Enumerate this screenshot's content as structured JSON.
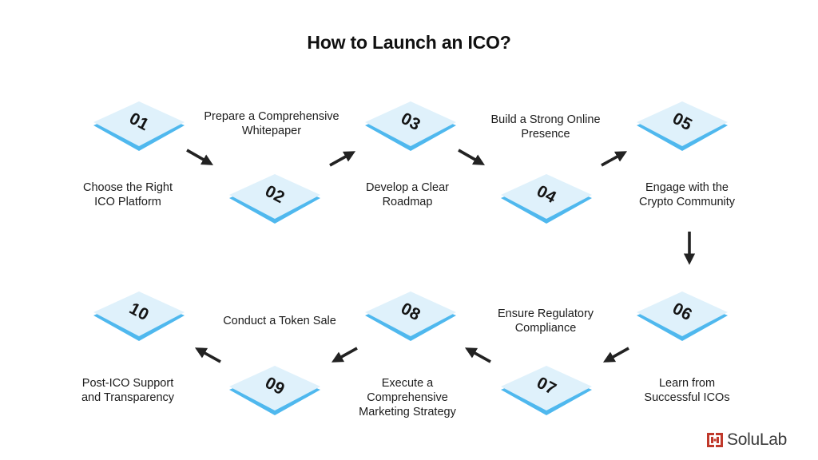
{
  "title": "How to Launch an ICO?",
  "steps": [
    {
      "num": "01",
      "label": [
        "Choose the Right",
        "ICO Platform"
      ]
    },
    {
      "num": "02",
      "label": [
        "Prepare a Comprehensive",
        "Whitepaper"
      ]
    },
    {
      "num": "03",
      "label": [
        "Develop a Clear",
        "Roadmap"
      ]
    },
    {
      "num": "04",
      "label": [
        "Build a Strong Online",
        "Presence"
      ]
    },
    {
      "num": "05",
      "label": [
        "Engage with the",
        "Crypto Community"
      ]
    },
    {
      "num": "06",
      "label": [
        "Learn from",
        "Successful ICOs"
      ]
    },
    {
      "num": "07",
      "label": [
        "Ensure Regulatory",
        "Compliance"
      ]
    },
    {
      "num": "08",
      "label": [
        "Execute a",
        "Comprehensive",
        "Marketing Strategy"
      ]
    },
    {
      "num": "09",
      "label": [
        "Conduct a Token Sale"
      ]
    },
    {
      "num": "10",
      "label": [
        "Post-ICO Support",
        "and Transparency"
      ]
    }
  ],
  "brand": {
    "name": "SoluLab",
    "logo_color": "#c0392b"
  },
  "colors": {
    "diamond_fill": "#dff1fb",
    "diamond_edge": "#4fb8ee",
    "arrow": "#222222"
  }
}
